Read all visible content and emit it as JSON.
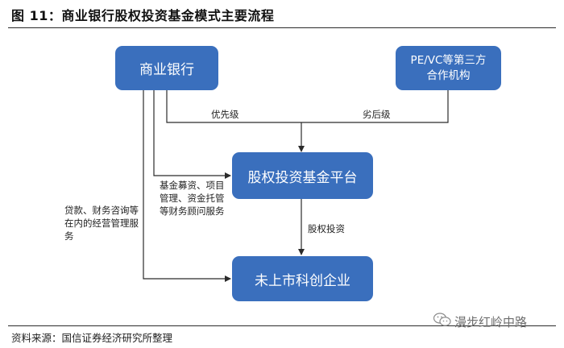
{
  "figure": {
    "title": "图 11：商业银行股权投资基金模式主要流程",
    "source": "资料来源：国信证券经济研究所整理"
  },
  "nodes": {
    "bank": "商业银行",
    "pevc": "PE/VC等第三方合作机构",
    "platform": "股权投资基金平台",
    "startup": "未上市科创企业"
  },
  "edge_labels": {
    "priority": "优先级",
    "inferior": "劣后级",
    "fund_services": "基金募资、项目管理、资金托管等财务顾问服务",
    "loan_services": "贷款、财务咨询等在内的经营管理服务",
    "equity": "股权投资"
  },
  "watermark": {
    "text": "漫步红岭中路",
    "icon": "wechat-icon"
  },
  "colors": {
    "node_fill": "#3a6fbd",
    "node_text": "#ffffff",
    "line": "#2b2b2b"
  }
}
